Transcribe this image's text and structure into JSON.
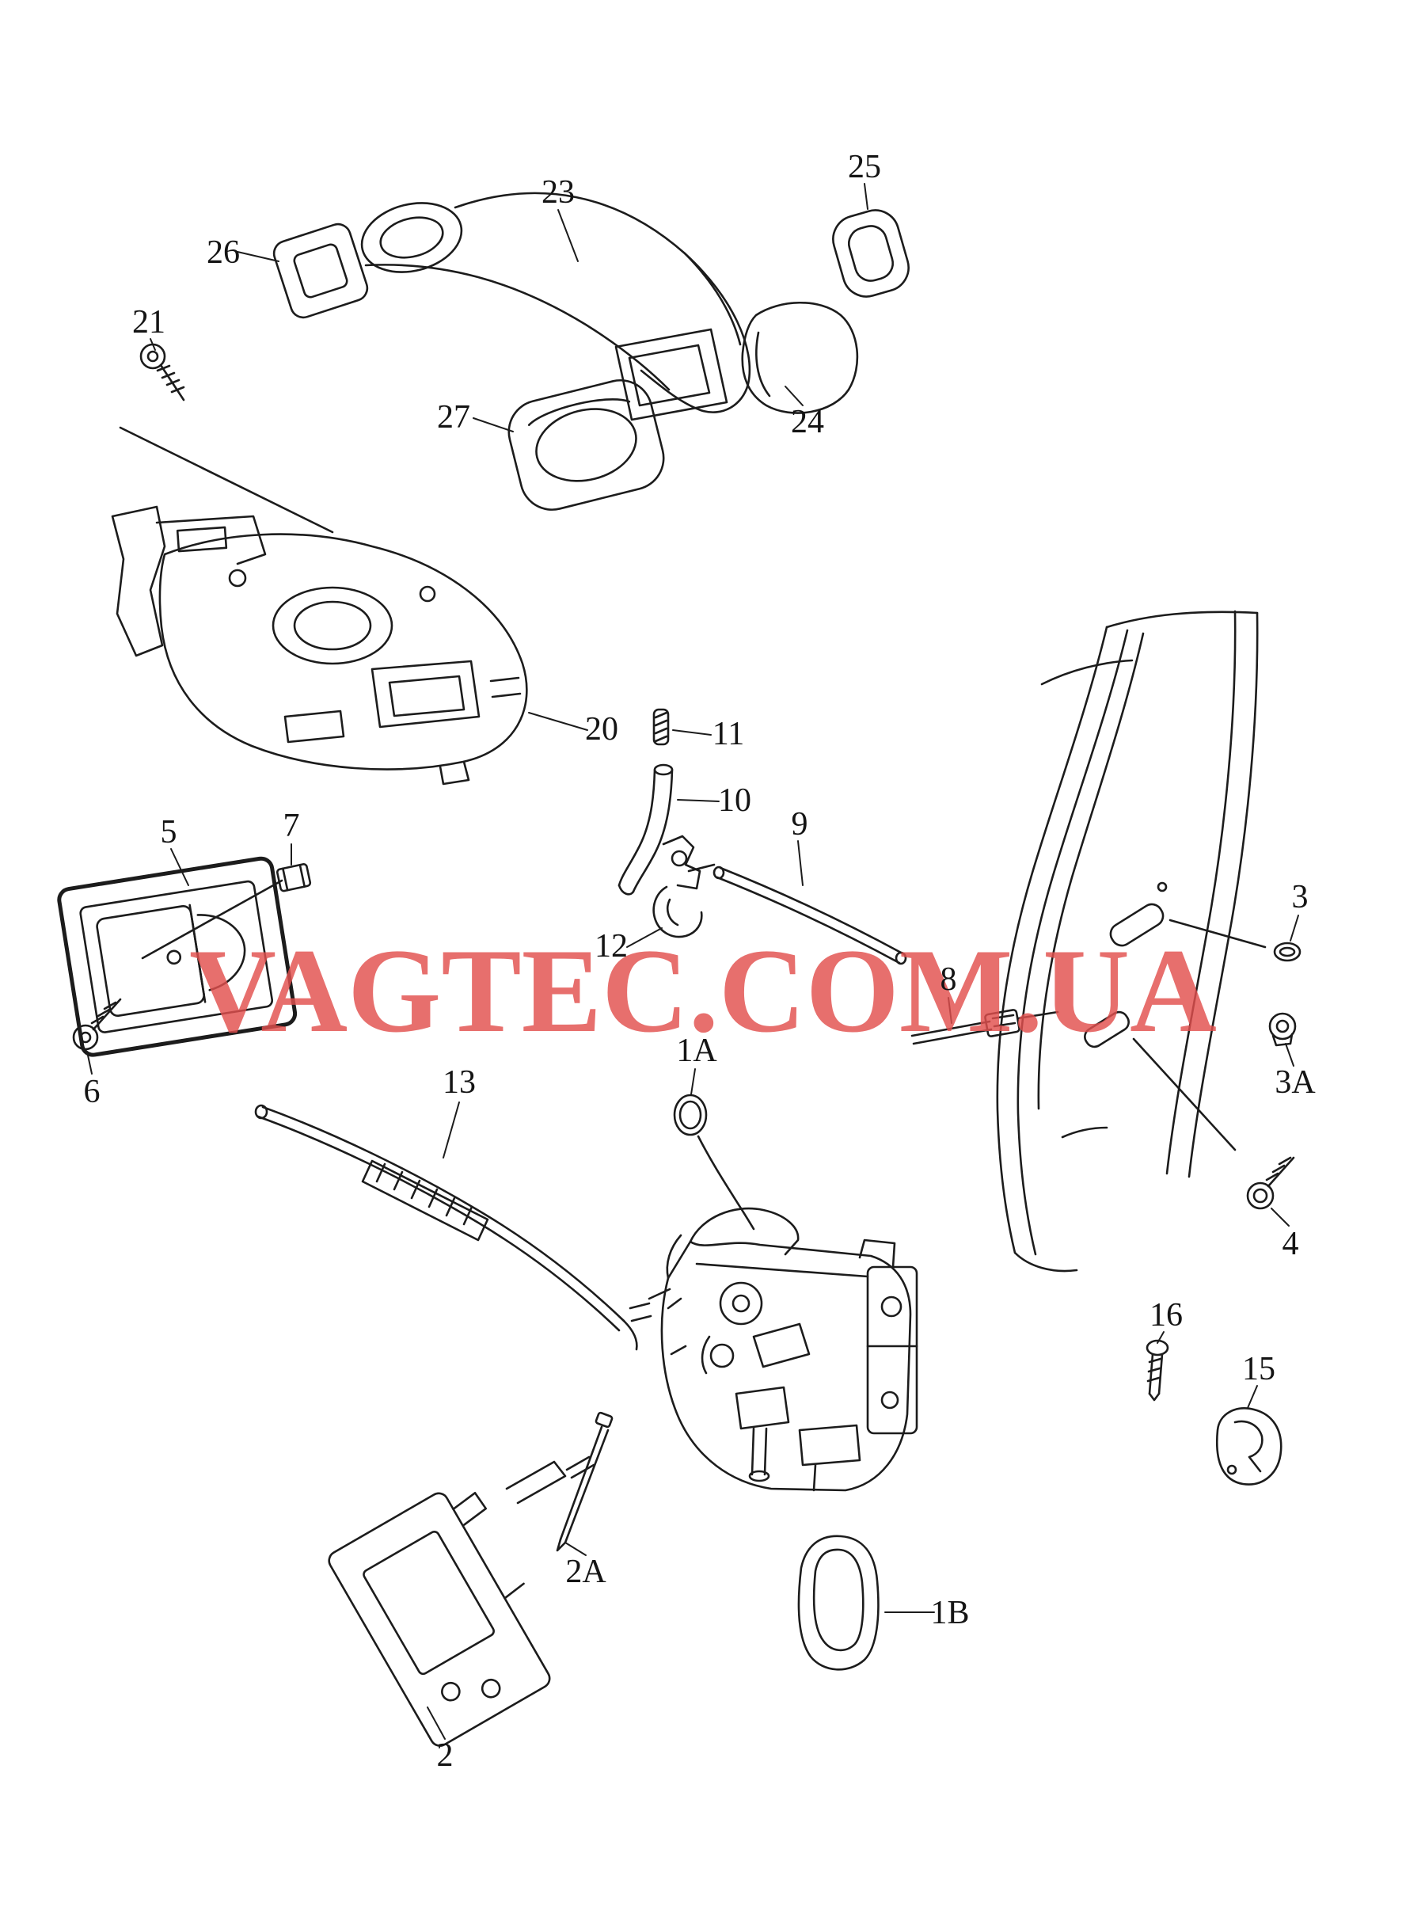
{
  "watermark": {
    "text": "VAGTEC.COM.UA"
  },
  "colors": {
    "line": "#1c1c1c",
    "watermark": "#e2504e"
  },
  "callouts": {
    "n1A": "1A",
    "n1B": "1B",
    "n2": "2",
    "n2A": "2A",
    "n3": "3",
    "n3A": "3A",
    "n4": "4",
    "n5": "5",
    "n6": "6",
    "n7": "7",
    "n8": "8",
    "n9": "9",
    "n10": "10",
    "n11": "11",
    "n12": "12",
    "n13": "13",
    "n15": "15",
    "n16": "16",
    "n20": "20",
    "n21": "21",
    "n23": "23",
    "n24": "24",
    "n25": "25",
    "n26": "26",
    "n27": "27"
  }
}
